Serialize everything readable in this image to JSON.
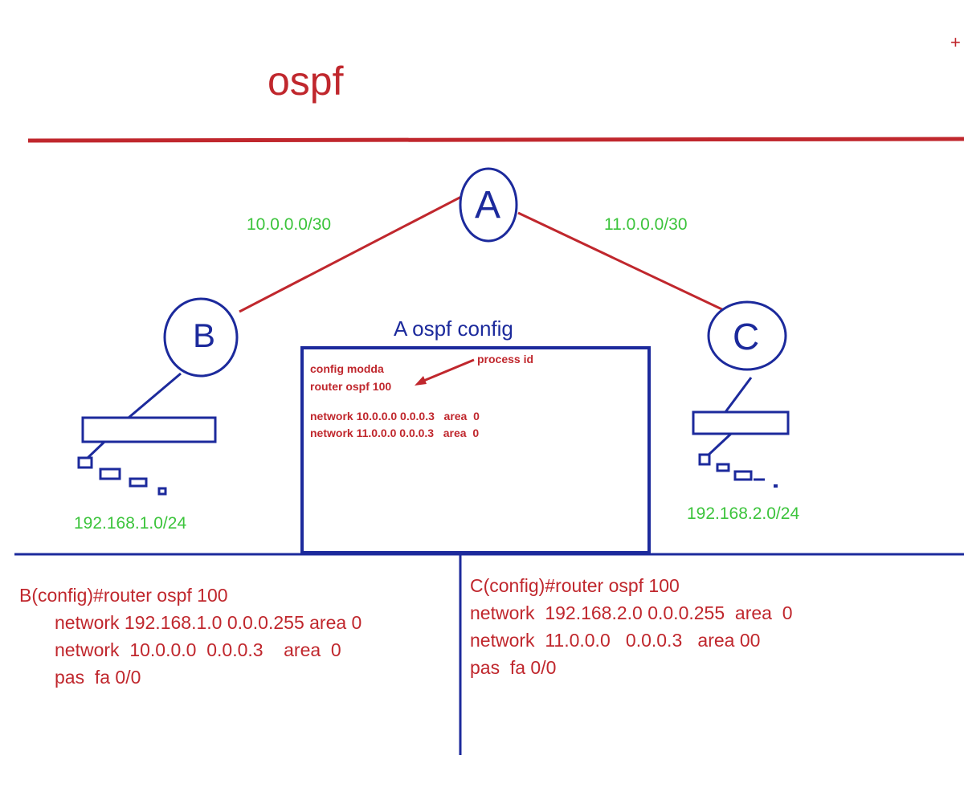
{
  "title": "ospf",
  "corner_mark": "+",
  "routers": {
    "a": {
      "label": "A"
    },
    "b": {
      "label": "B"
    },
    "c": {
      "label": "C"
    }
  },
  "links": {
    "a_b": "10.0.0.0/30",
    "a_c": "11.0.0.0/30"
  },
  "lans": {
    "b": "192.168.1.0/24",
    "c": "192.168.2.0/24"
  },
  "a_config": {
    "title": "A ospf config",
    "lines": [
      "config modda",
      "router ospf 100",
      "network 10.0.0.0 0.0.0.3   area  0",
      "network 11.0.0.0 0.0.0.3   area  0"
    ],
    "annotation": "process id"
  },
  "b_config": {
    "lines": [
      "B(config)#router ospf 100",
      "network 192.168.1.0 0.0.0.255 area 0",
      "network  10.0.0.0  0.0.0.3    area  0",
      "pas  fa 0/0"
    ]
  },
  "c_config": {
    "lines": [
      "C(config)#router ospf 100",
      "network  192.168.2.0 0.0.0.255  area  0",
      "network  11.0.0.0   0.0.0.3   area 00",
      "pas  fa 0/0"
    ]
  },
  "colors": {
    "red": "#c0272d",
    "blue": "#1c2a9c",
    "green": "#3cc43c"
  }
}
